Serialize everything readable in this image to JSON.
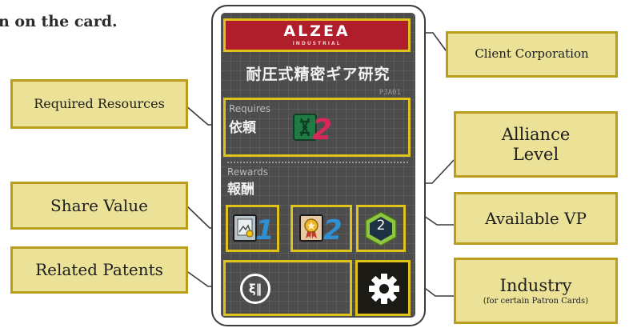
{
  "header_fragment": "n on the card.",
  "callouts": {
    "required_resources": "Required Resources",
    "share_value": "Share Value",
    "related_patents": "Related Patents",
    "client_corporation": "Client Corporation",
    "alliance_level": "Alliance Level",
    "available_vp": "Available VP",
    "industry": "Industry",
    "industry_sub": "(for certain Patron Cards)"
  },
  "card": {
    "client_name": "ALZEA",
    "client_sub": "INDUSTRIAL",
    "title_jp": "耐圧式精密ギア研究",
    "code": "PJA01",
    "requires_en": "Requires",
    "requires_jp": "依頼",
    "requires_amount": "2",
    "rewards_en": "Rewards",
    "rewards_jp": "報酬",
    "share_value": "1",
    "alliance_level": "2",
    "vp": "2",
    "patent_icon": "ξ‖"
  },
  "colors": {
    "card_bg": "#4c4c4c",
    "client_red": "#b01e2c",
    "highlight_yellow": "#dfc31a",
    "callout_fill": "#ebe298",
    "callout_border": "#b89e1c",
    "resource_green": "#1f7a44",
    "resource_pink": "#d8285a",
    "share_blue": "#2f8fd0",
    "vp_hex_green": "#8dc63f"
  },
  "icons": {
    "resource": "dna-resource-icon",
    "share": "certificate-icon",
    "alliance": "medal-icon",
    "vp": "hexagon-vp-icon",
    "patent": "patent-badge-icon",
    "industry": "gear-icon"
  }
}
